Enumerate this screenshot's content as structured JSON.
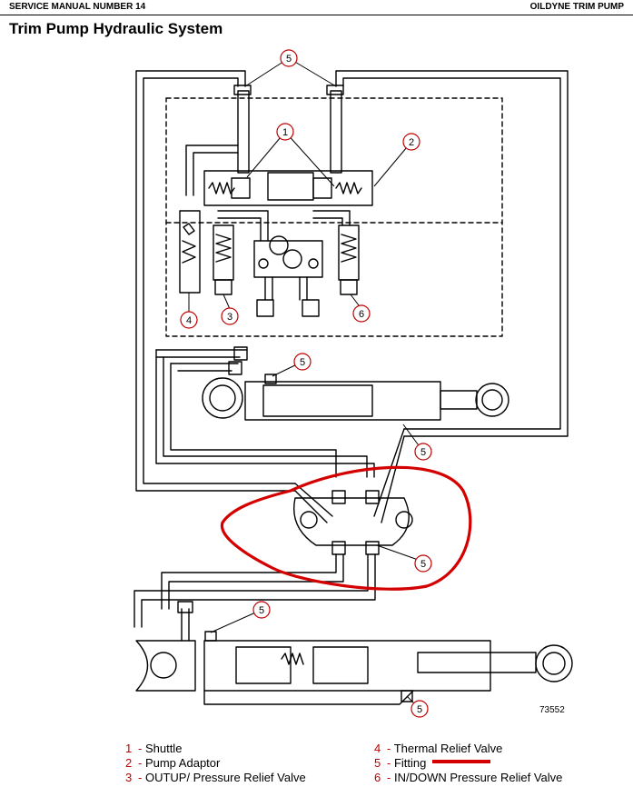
{
  "header": {
    "left": "SERVICE MANUAL NUMBER 14",
    "right": "OILDYNE TRIM PUMP"
  },
  "title": "Trim Pump Hydraulic System",
  "callouts": {
    "c1": "1",
    "c2": "2",
    "c3": "3",
    "c4": "4",
    "c5": "5",
    "c6": "6"
  },
  "figure_number": "73552",
  "legend": [
    {
      "num": "1",
      "label": "Shuttle"
    },
    {
      "num": "2",
      "label": "Pump Adaptor"
    },
    {
      "num": "3",
      "label": "OUTUP/ Pressure Relief Valve"
    },
    {
      "num": "4",
      "label": "Thermal Relief Valve"
    },
    {
      "num": "5",
      "label": "Fitting"
    },
    {
      "num": "6",
      "label": "IN/DOWN Pressure Relief Valve"
    }
  ],
  "colors": {
    "highlight": "#d40000",
    "callout_circle": "#c00000",
    "line": "#000000"
  }
}
